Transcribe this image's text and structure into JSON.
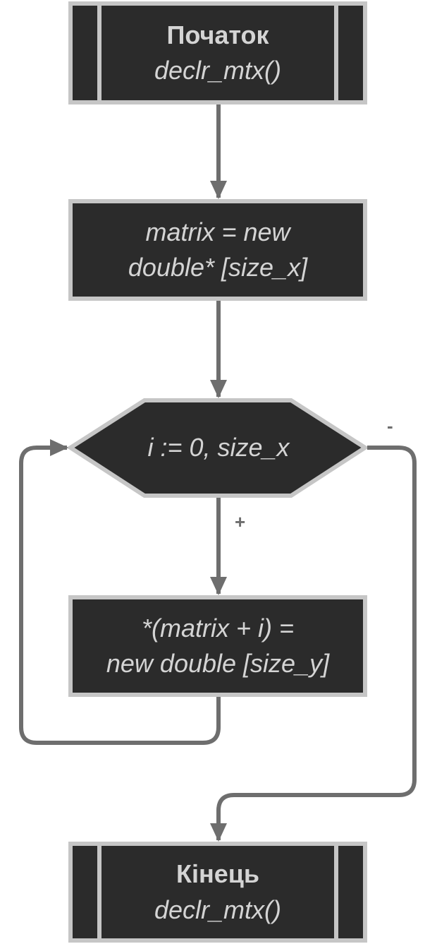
{
  "flowchart": {
    "start": {
      "title": "Початок",
      "subtitle": "declr_mtx()"
    },
    "step_alloc": {
      "line1": "matrix = new",
      "line2": "double* [size_x]"
    },
    "loop": {
      "label": "i := 0, size_x",
      "yes_label": "+",
      "no_label": "-"
    },
    "step_row": {
      "line1": "*(matrix + i) =",
      "line2": "new double [size_y]"
    },
    "end": {
      "title": "Кінець",
      "subtitle": "declr_mtx()"
    }
  },
  "colors": {
    "node_fill": "#2b2b2b",
    "node_border": "#c6c6c6",
    "node_text": "#d4d4d4",
    "edge": "#6e6e6e",
    "background": "#ffffff"
  }
}
